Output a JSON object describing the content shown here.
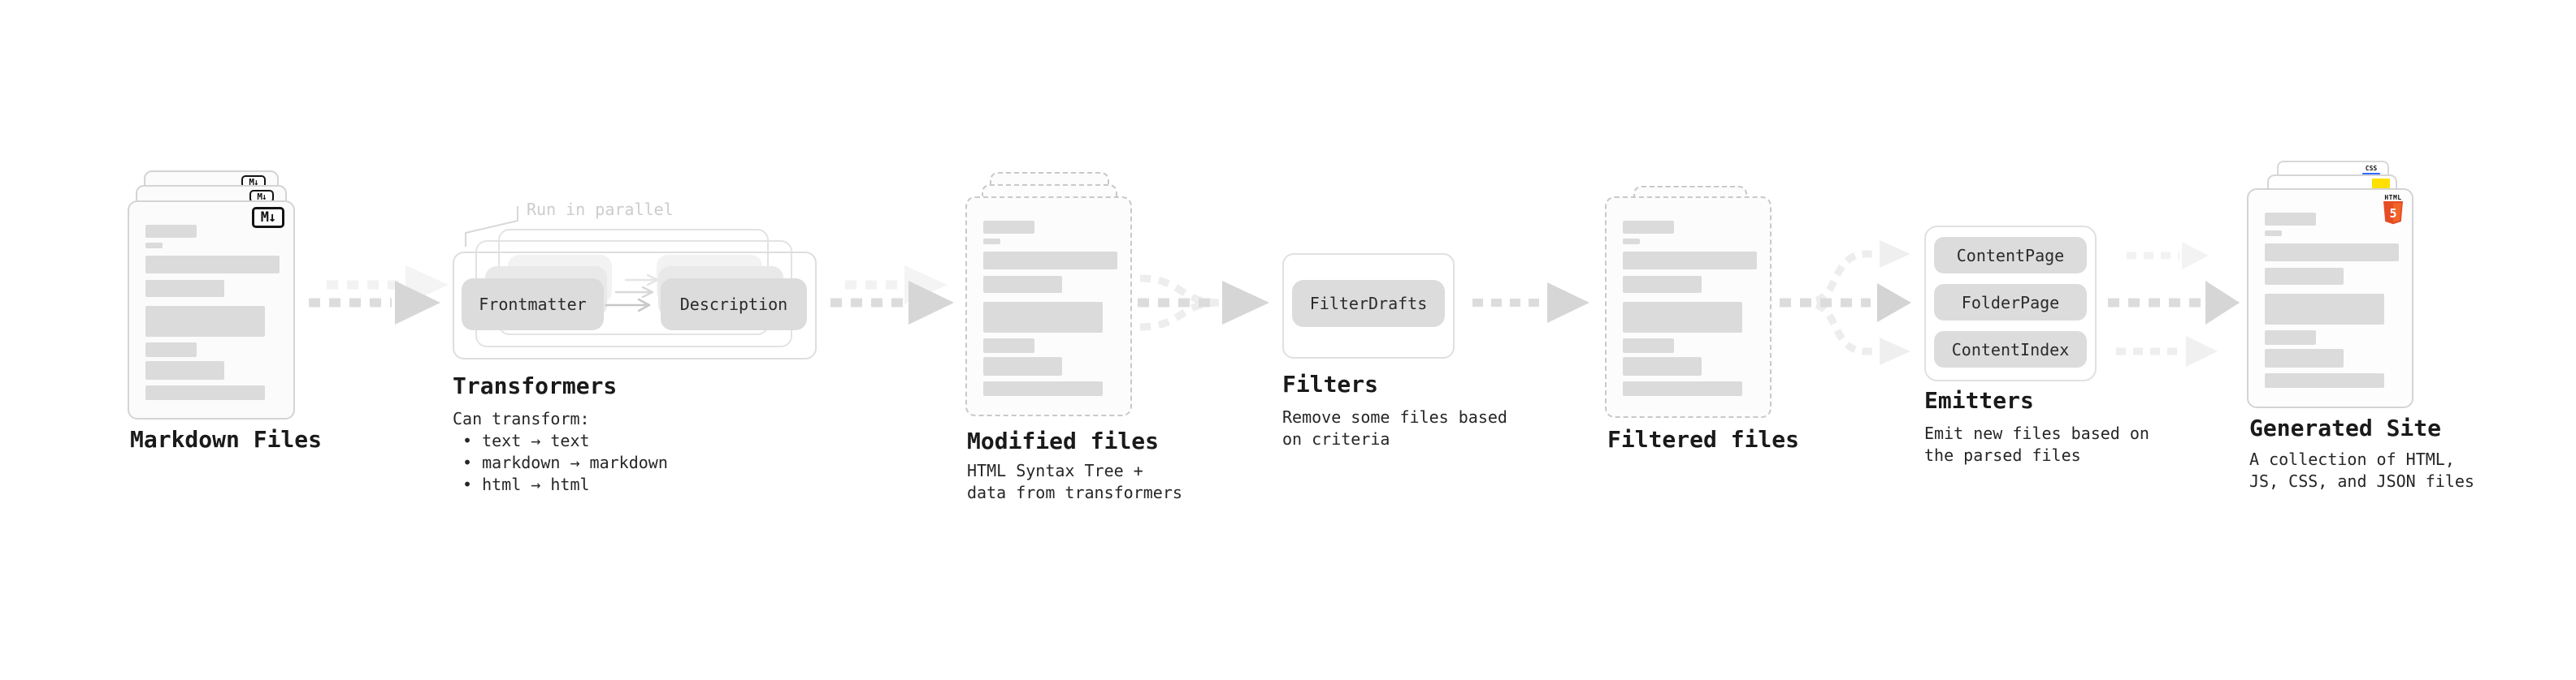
{
  "stages": {
    "markdown_files": {
      "label": "Markdown Files",
      "badge": "M↓"
    },
    "transformers": {
      "note": "Run in parallel",
      "input_pill": "Frontmatter",
      "output_pill": "Description",
      "heading": "Transformers",
      "subtitle": "Can transform:",
      "bullets": [
        "• text → text",
        "• markdown → markdown",
        "• html → html"
      ]
    },
    "modified_files": {
      "label": "Modified files",
      "description_line1": "HTML Syntax Tree +",
      "description_line2": "data from transformers"
    },
    "filters": {
      "heading": "Filters",
      "pill": "FilterDrafts",
      "description_line1": "Remove some files based",
      "description_line2": "on criteria"
    },
    "filtered_files": {
      "label": "Filtered files"
    },
    "emitters": {
      "heading": "Emitters",
      "pills": [
        "ContentPage",
        "FolderPage",
        "ContentIndex"
      ],
      "description_line1": "Emit new files based on",
      "description_line2": "the parsed files"
    },
    "generated_site": {
      "label": "Generated Site",
      "description_line1": "A collection of HTML,",
      "description_line2": "JS, CSS, and JSON files",
      "css_badge": "CSS",
      "html_badge_top": "HTML",
      "html_badge_number": "5"
    }
  },
  "colors": {
    "html5_orange": "#e44d26",
    "html5_orange_light": "#f16529",
    "js_yellow": "#ffe000",
    "css_blue": "#2f6bff"
  }
}
